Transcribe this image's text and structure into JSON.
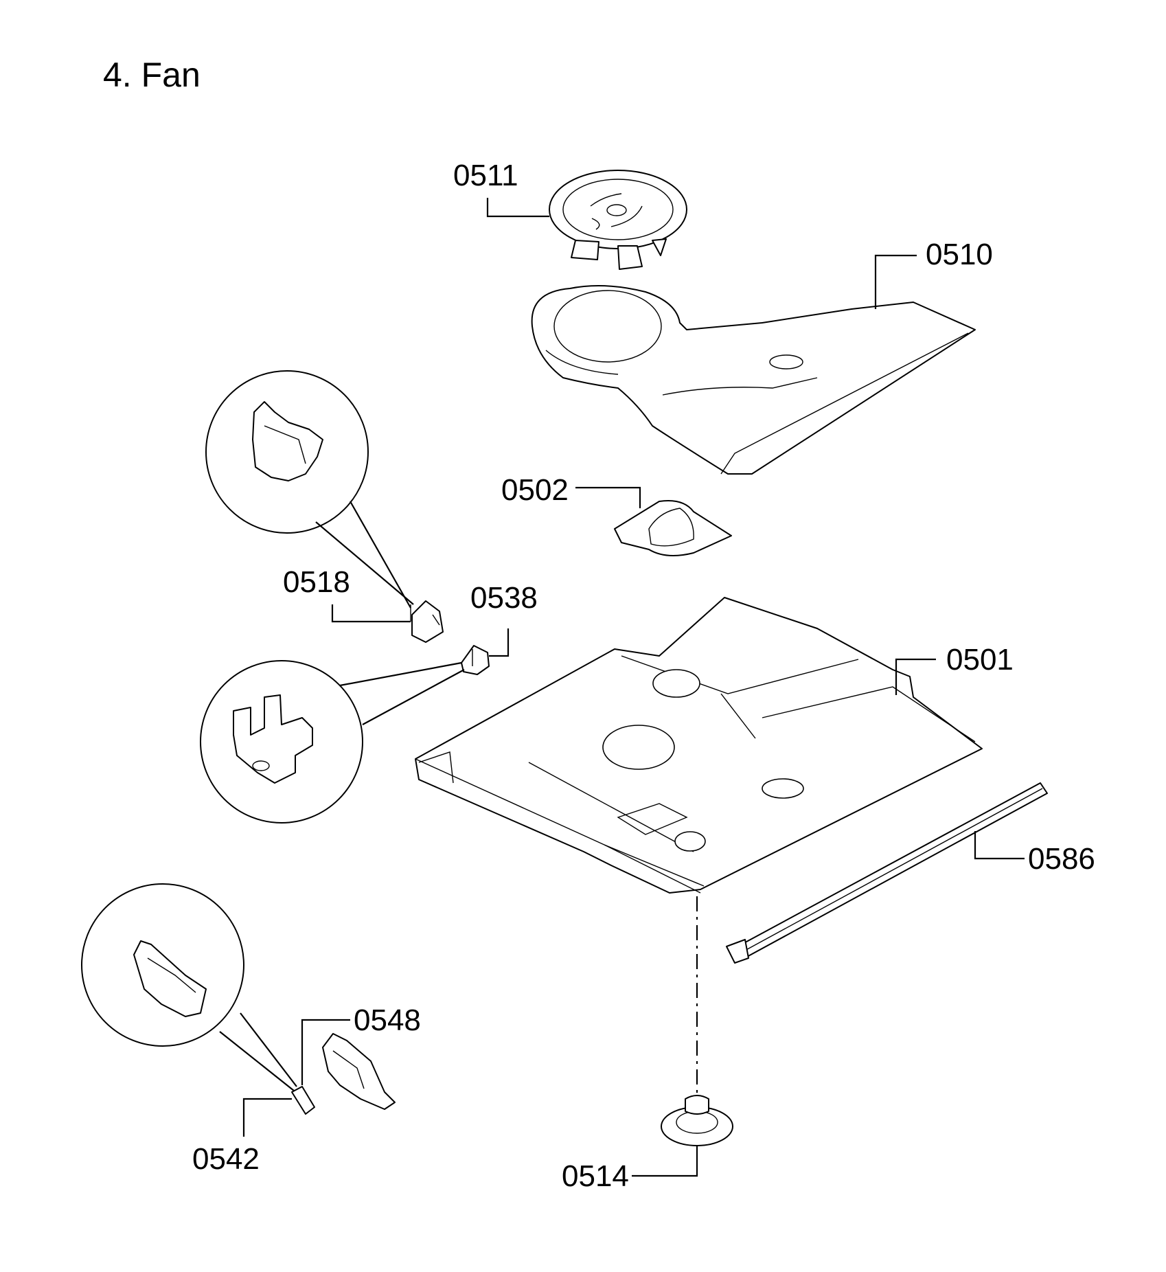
{
  "title": "4. Fan",
  "parts": {
    "p0511": "0511",
    "p0510": "0510",
    "p0502": "0502",
    "p0518": "0518",
    "p0538": "0538",
    "p0501": "0501",
    "p0586": "0586",
    "p0548": "0548",
    "p0542": "0542",
    "p0514": "0514"
  }
}
